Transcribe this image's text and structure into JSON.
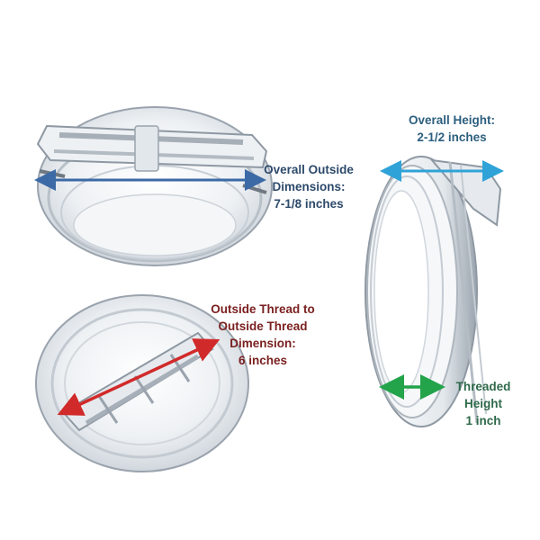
{
  "labels": {
    "outside_dimensions": {
      "lines": [
        "Overall Outside",
        "Dimensions:",
        "7-1/8 inches"
      ]
    },
    "thread_dimension": {
      "lines": [
        "Outside Thread to",
        "Outside Thread",
        "Dimension:",
        "6 inches"
      ]
    },
    "overall_height": {
      "lines": [
        "Overall Height:",
        "2-1/2 inches"
      ]
    },
    "threaded_height": {
      "lines": [
        "Threaded",
        "Height",
        "1 inch"
      ]
    }
  },
  "colors": {
    "outside_dimensions_text": "#2d4a6b",
    "outside_dimensions_arrow": "#3c6aa6",
    "thread_dimension_text": "#7a1f1f",
    "thread_dimension_arrow": "#d12a2a",
    "overall_height_text": "#2d5f7f",
    "overall_height_arrow": "#2fa3d8",
    "threaded_height_text": "#2f6a4a",
    "threaded_height_arrow": "#23a34a",
    "lid_edge": "#9aa3ad",
    "lid_fill": "#e9edf1"
  }
}
